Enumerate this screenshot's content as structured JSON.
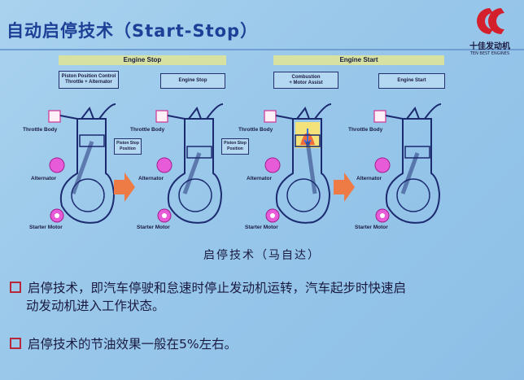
{
  "slide": {
    "title": "自动启停技术（Start-Stop）",
    "logo": {
      "cn": "十佳发动机",
      "en": "TEN BEST ENGINES"
    },
    "diagram": {
      "groups": [
        {
          "header": "Engine Stop",
          "boxes": [
            "Piston Position Control\nThrottle + Alternator",
            "Engine Stop"
          ]
        },
        {
          "header": "Engine Start",
          "boxes": [
            "Combustion\n+ Motor Assist",
            "Engine Start"
          ]
        }
      ],
      "labels": {
        "throttle": "Throttle Body",
        "alternator": "Alternator",
        "starter": "Starter Motor",
        "piston_stop": "Piston Stop\nPosition"
      }
    },
    "caption": "启停技术（马自达）",
    "bullets": [
      {
        "line1": "启停技术，即汽车停驶和怠速时停止发动机运转，汽车起步时快速启",
        "line2": "动发动机进入工作状态。"
      },
      {
        "line1": "启停技术的节油效果一般在5%左右。"
      }
    ],
    "colors": {
      "title": "#1d3f96",
      "bullet": "#b7283a",
      "header_bar": "#d7e2a2",
      "arrow": "#ee7a45",
      "motor": "#e85bd8"
    }
  }
}
